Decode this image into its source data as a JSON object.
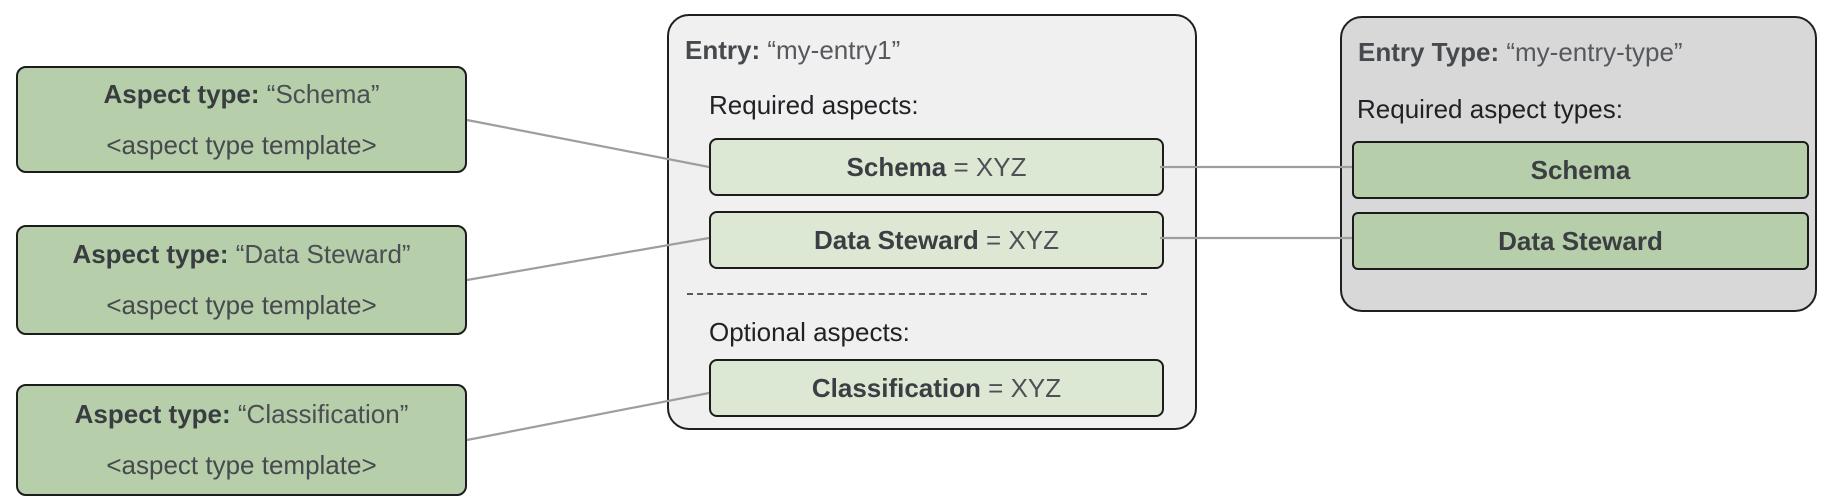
{
  "aspect_types": [
    {
      "label": "Aspect type:",
      "name": "“Schema”",
      "template": "<aspect type template>"
    },
    {
      "label": "Aspect type:",
      "name": "“Data Steward”",
      "template": "<aspect type template>"
    },
    {
      "label": "Aspect type:",
      "name": "“Classification”",
      "template": "<aspect type template>"
    }
  ],
  "entry": {
    "label": "Entry:",
    "name": "“my-entry1”",
    "required_heading": "Required aspects:",
    "required_aspects": [
      {
        "name": "Schema",
        "value": "= XYZ"
      },
      {
        "name": "Data Steward",
        "value": "= XYZ"
      }
    ],
    "optional_heading": "Optional aspects:",
    "optional_aspects": [
      {
        "name": "Classification",
        "value": "= XYZ"
      }
    ]
  },
  "entry_type": {
    "label": "Entry Type:",
    "name": "“my-entry-type”",
    "required_heading": "Required aspect types:",
    "required_aspect_types": [
      "Schema",
      "Data Steward"
    ]
  },
  "colors": {
    "green_dark": "#b6cfaa",
    "green_light": "#dde8d4",
    "entry_bg": "#f0f0f0",
    "entry_type_bg": "#d8d8d8",
    "border": "#1c1c1c",
    "connector": "#9e9e9e"
  }
}
